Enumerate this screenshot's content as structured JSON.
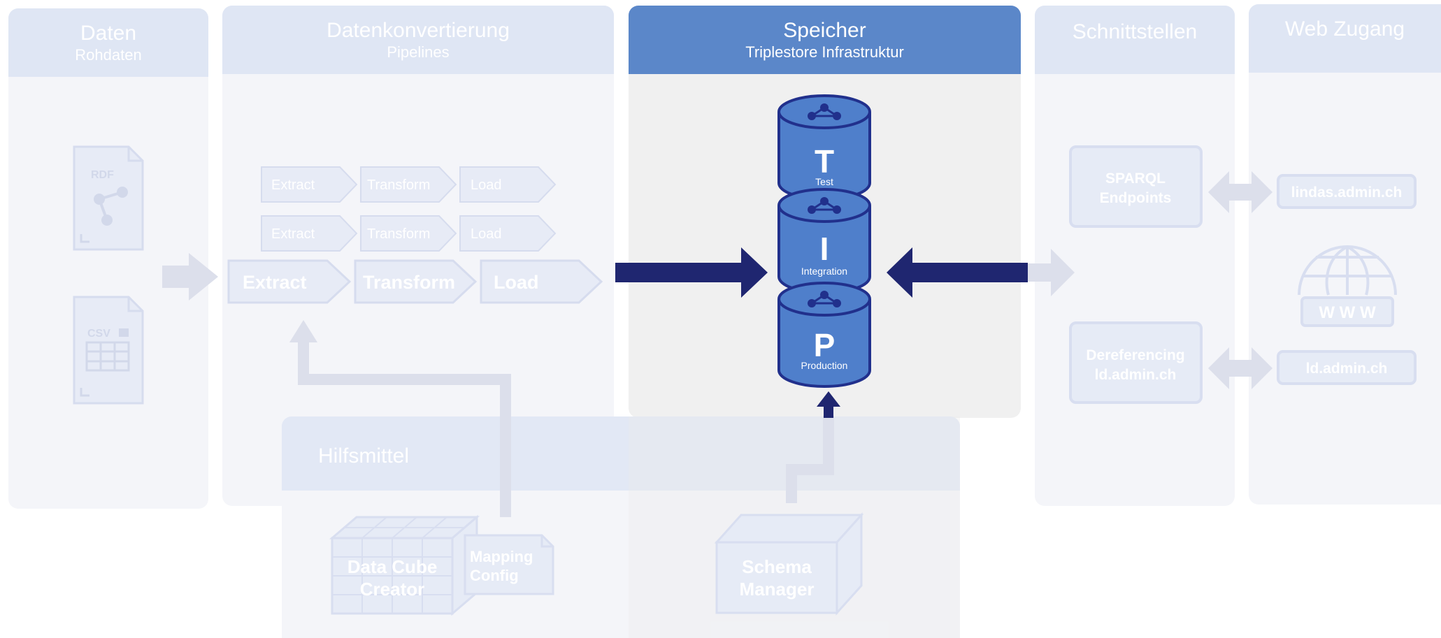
{
  "columns": [
    {
      "title": "Daten",
      "subtitle": "Rohdaten"
    },
    {
      "title": "Datenkonvertierung",
      "subtitle": "Pipelines"
    },
    {
      "title": "Speicher",
      "subtitle": "Triplestore Infrastruktur"
    },
    {
      "title": "Schnittstellen",
      "subtitle": ""
    },
    {
      "title": "Web Zugang",
      "subtitle": ""
    }
  ],
  "files": [
    {
      "label": "RDF"
    },
    {
      "label": "CSV"
    }
  ],
  "pipelines": {
    "small_rows": [
      [
        "Extract",
        "Transform",
        "Load"
      ],
      [
        "Extract",
        "Transform",
        "Load"
      ]
    ],
    "main_row": [
      "Extract",
      "Transform",
      "Load"
    ]
  },
  "databases": [
    {
      "letter": "T",
      "name": "Test"
    },
    {
      "letter": "I",
      "name": "Integration"
    },
    {
      "letter": "P",
      "name": "Production"
    }
  ],
  "interfaces": [
    {
      "line1": "SPARQL",
      "line2": "Endpoints"
    },
    {
      "line1": "Dereferencing",
      "line2": "ld.admin.ch"
    }
  ],
  "web": {
    "links": [
      "lindas.admin.ch",
      "ld.admin.ch"
    ],
    "globe_label": "W W W"
  },
  "tools": {
    "title": "Hilfsmittel",
    "cube_creator": [
      "Data Cube",
      "Creator"
    ],
    "mapping_config": [
      "Mapping",
      "Config"
    ],
    "schema_manager": [
      "Schema",
      "Manager"
    ]
  },
  "colors": {
    "active_header": "#5b87c9",
    "db_blue": "#4f7fcb",
    "db_stroke": "#21308c",
    "arrow_navy": "#1f2670",
    "faded_header": "#dfe6f4",
    "faded_fill": "#e6ebf6"
  }
}
